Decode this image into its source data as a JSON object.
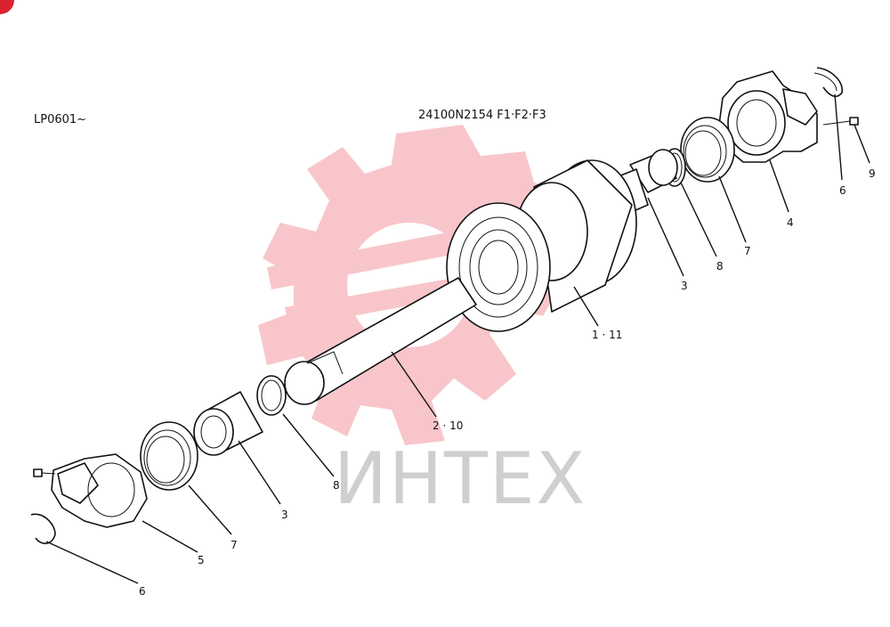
{
  "header": {
    "left_code": "LP0601~",
    "assembly_code": "24100N2154 F1·F2·F3"
  },
  "watermark": {
    "text": "ИНТЕХ",
    "gear_color": "#f4a6ad",
    "text_color": "#cfcfcf"
  },
  "callouts": {
    "c_1_11": "1 · 11",
    "c_2_10": "2 · 10",
    "c_3_upper": "3",
    "c_3_lower": "3",
    "c_4": "4",
    "c_5": "5",
    "c_6_upper": "6",
    "c_6_lower": "6",
    "c_7_upper": "7",
    "c_7_lower": "7",
    "c_8_upper": "8",
    "c_8_lower": "8",
    "c_9": "9"
  },
  "colors": {
    "corner_badge": "#d9232e",
    "line": "#111111"
  }
}
